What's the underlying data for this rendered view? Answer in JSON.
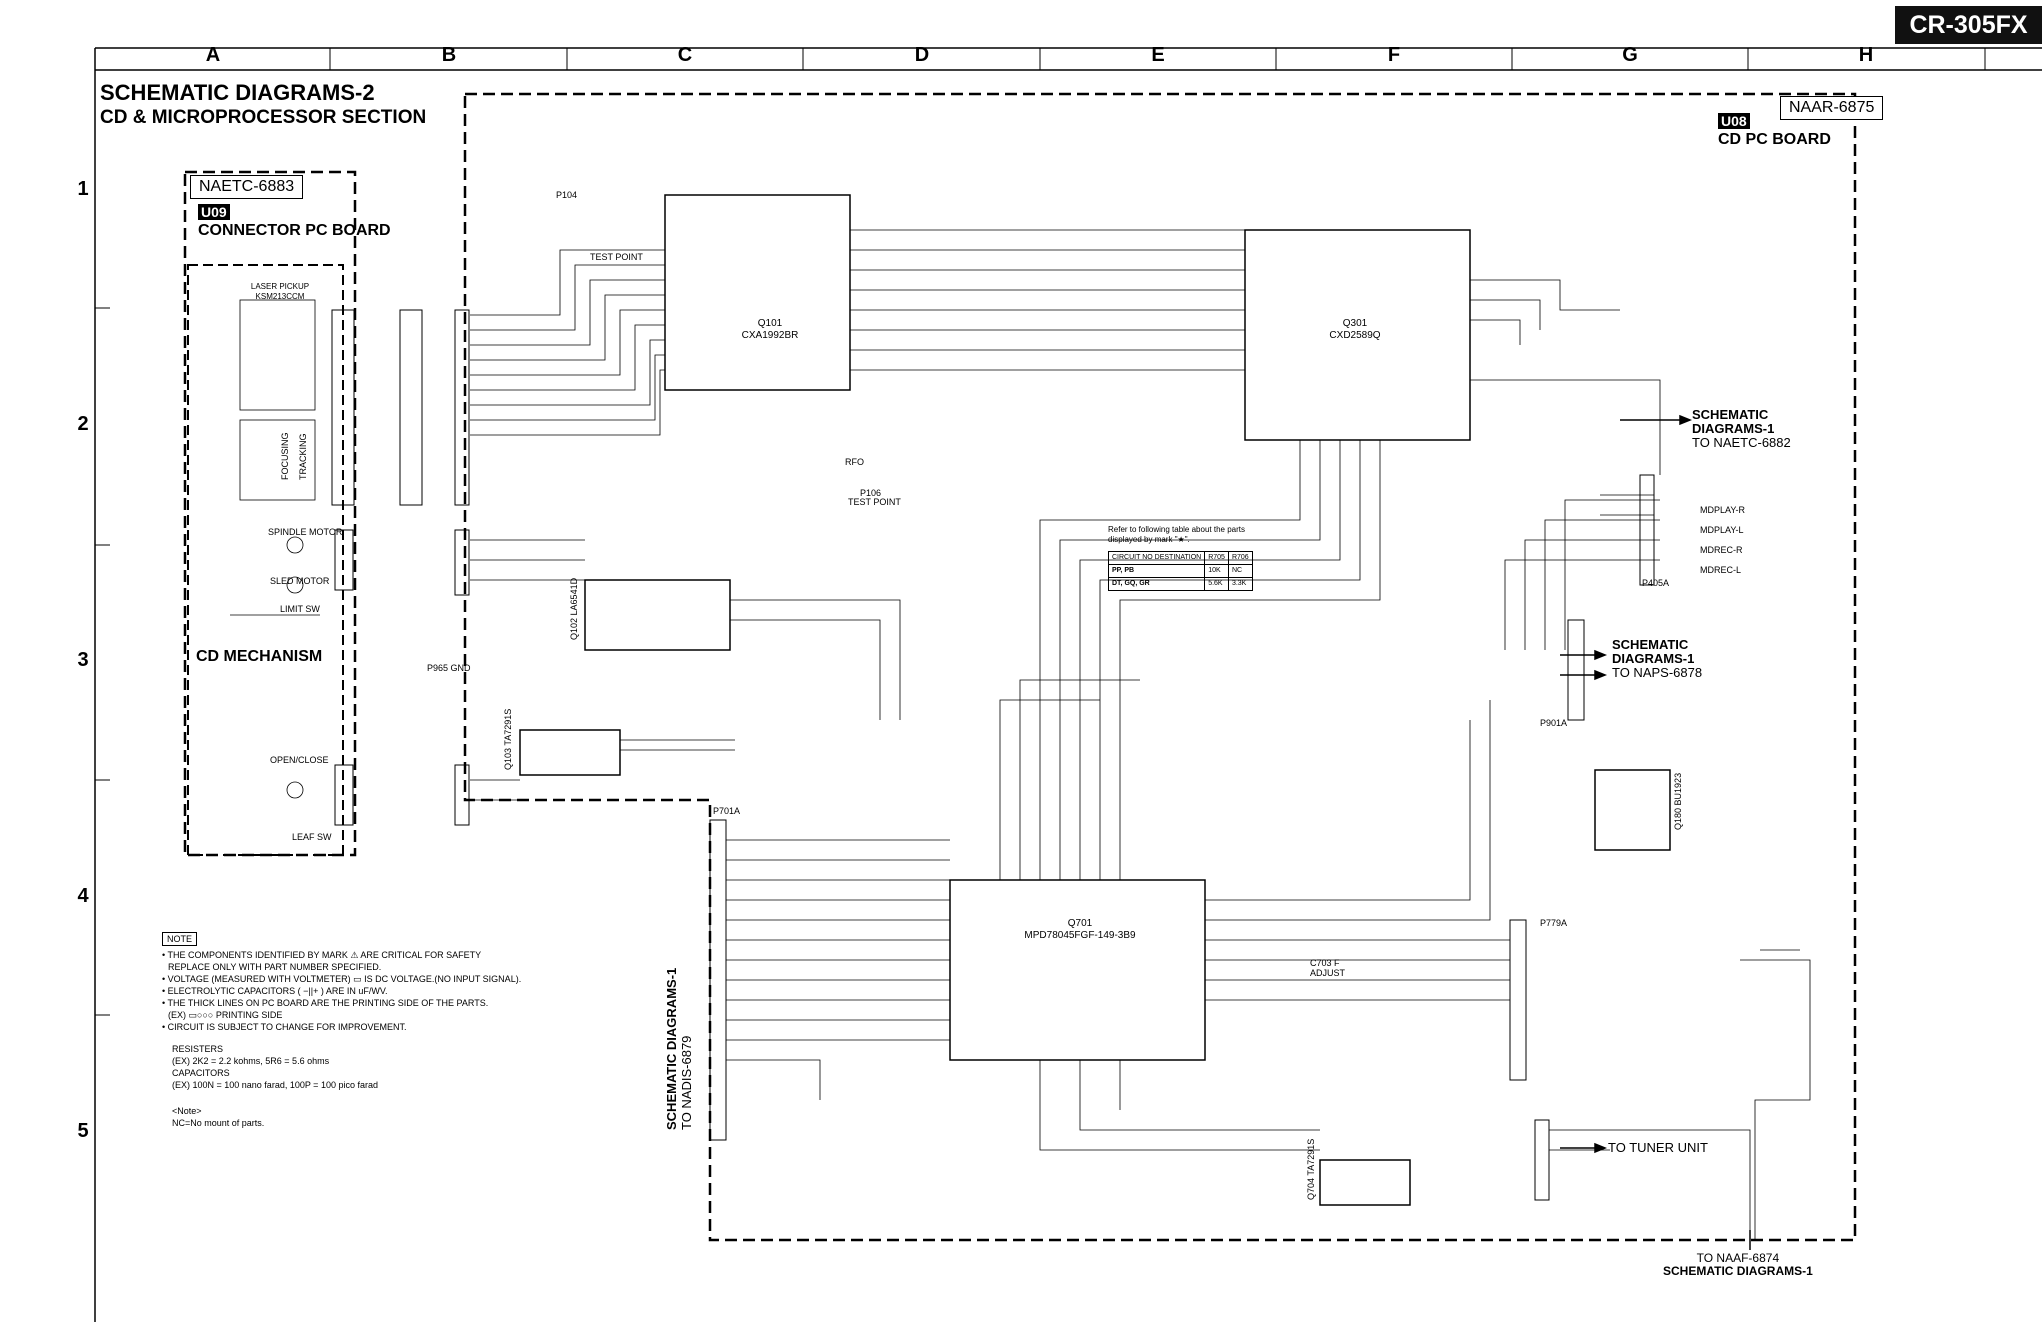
{
  "header": {
    "model": "CR-305FX",
    "columns": [
      "A",
      "B",
      "C",
      "D",
      "E",
      "F",
      "G",
      "H"
    ],
    "rows": [
      "1",
      "2",
      "3",
      "4",
      "5"
    ]
  },
  "title": {
    "line1": "SCHEMATIC DIAGRAMS-2",
    "line2": "CD & MICROPROCESSOR SECTION"
  },
  "boards": {
    "connector": {
      "code": "NAETC-6883",
      "badge": "U09",
      "name": "CONNECTOR PC BOARD"
    },
    "cd": {
      "code": "NAAR-6875",
      "badge": "U08",
      "name": "CD PC BOARD"
    }
  },
  "sections": {
    "cd_mechanism": "CD MECHANISM",
    "laser_pickup": "LASER PICKUP",
    "laser_pickup_model": "KSM213CCM",
    "spindle_motor": "SPINDLE MOTOR",
    "sled_motor": "SLED MOTOR",
    "limit_sw": "LIMIT SW",
    "open_close": "OPEN/CLOSE",
    "leaf_sw": "LEAF SW",
    "focusing": "FOCUSING",
    "tracking": "TRACKING"
  },
  "chips": {
    "q101_ref": "Q101",
    "q101_part": "CXA1992BR",
    "q301_ref": "Q301",
    "q301_part": "CXD2589Q",
    "q701_ref": "Q701",
    "q701_part": "MPD78045FGF-149-3B9",
    "q102_ref": "Q102",
    "q102_part": "LA6541D",
    "q103_ref": "Q103",
    "q103_part": "TA7291S",
    "q180_ref": "Q180",
    "q180_part": "BU1923",
    "q704_ref": "Q704",
    "q704_part": "TA7291S"
  },
  "connections": {
    "to_naetc": {
      "line1": "SCHEMATIC",
      "line2": "DIAGRAMS-1",
      "line3": "TO NAETC-6882"
    },
    "to_naps": {
      "line1": "SCHEMATIC",
      "line2": "DIAGRAMS-1",
      "line3": "TO NAPS-6878"
    },
    "to_nadis": {
      "line1": "SCHEMATIC DIAGRAMS-1",
      "line2": "TO NADIS-6879"
    },
    "to_tuner": "TO TUNER UNIT",
    "to_naaf": {
      "line1": "TO NAAF-6874",
      "line2": "SCHEMATIC DIAGRAMS-1"
    }
  },
  "refer_note": {
    "line1": "Refer to following table about the parts",
    "line2": "displayed by mark \"★\".",
    "headers": [
      "CIRCUIT NO DESTINATION",
      "R705",
      "R706"
    ],
    "rows": [
      [
        "PP, PB",
        "10K",
        "NC"
      ],
      [
        "DT, GQ, GR",
        "5.6K",
        "3.3K"
      ]
    ]
  },
  "notes": {
    "title": "NOTE",
    "items": [
      "• THE COMPONENTS IDENTIFIED BY MARK ⚠ ARE CRITICAL FOR SAFETY",
      "REPLACE ONLY WITH PART NUMBER SPECIFIED.",
      "• VOLTAGE (MEASURED WITH VOLTMETER) ▭ IS DC VOLTAGE.(NO INPUT SIGNAL).",
      "• ELECTROLYTIC CAPACITORS ( −||+ ) ARE IN uF/WV.",
      "• THE THICK LINES ON PC BOARD ARE THE PRINTING SIDE OF THE PARTS.",
      "(EX) ▭○○○ PRINTING SIDE",
      "• CIRCUIT IS SUBJECT TO CHANGE FOR IMPROVEMENT."
    ],
    "resisters_title": "RESISTERS",
    "resisters_ex": "(EX) 2K2 = 2.2 kohms, 5R6 = 5.6 ohms",
    "capacitors_title": "CAPACITORS",
    "capacitors_ex": "(EX) 100N = 100 nano farad, 100P = 100 pico farad",
    "note2_title": "<Note>",
    "note2_text": "NC=No mount of parts."
  },
  "misc_labels": {
    "test_point": "TEST POINT",
    "rfo": "RFO",
    "p104": "P104",
    "p106": "P106",
    "f_adjust": "C703 F ADJUST",
    "p405a": "P405A",
    "p901a": "P901A",
    "p779a": "P779A",
    "p701a": "P701A",
    "p965": "P965 GND",
    "mdplay_r": "MDPLAY-R",
    "mdplay_l": "MDPLAY-L",
    "mdrec_r": "MDREC-R",
    "mdrec_l": "MDREC-L"
  }
}
